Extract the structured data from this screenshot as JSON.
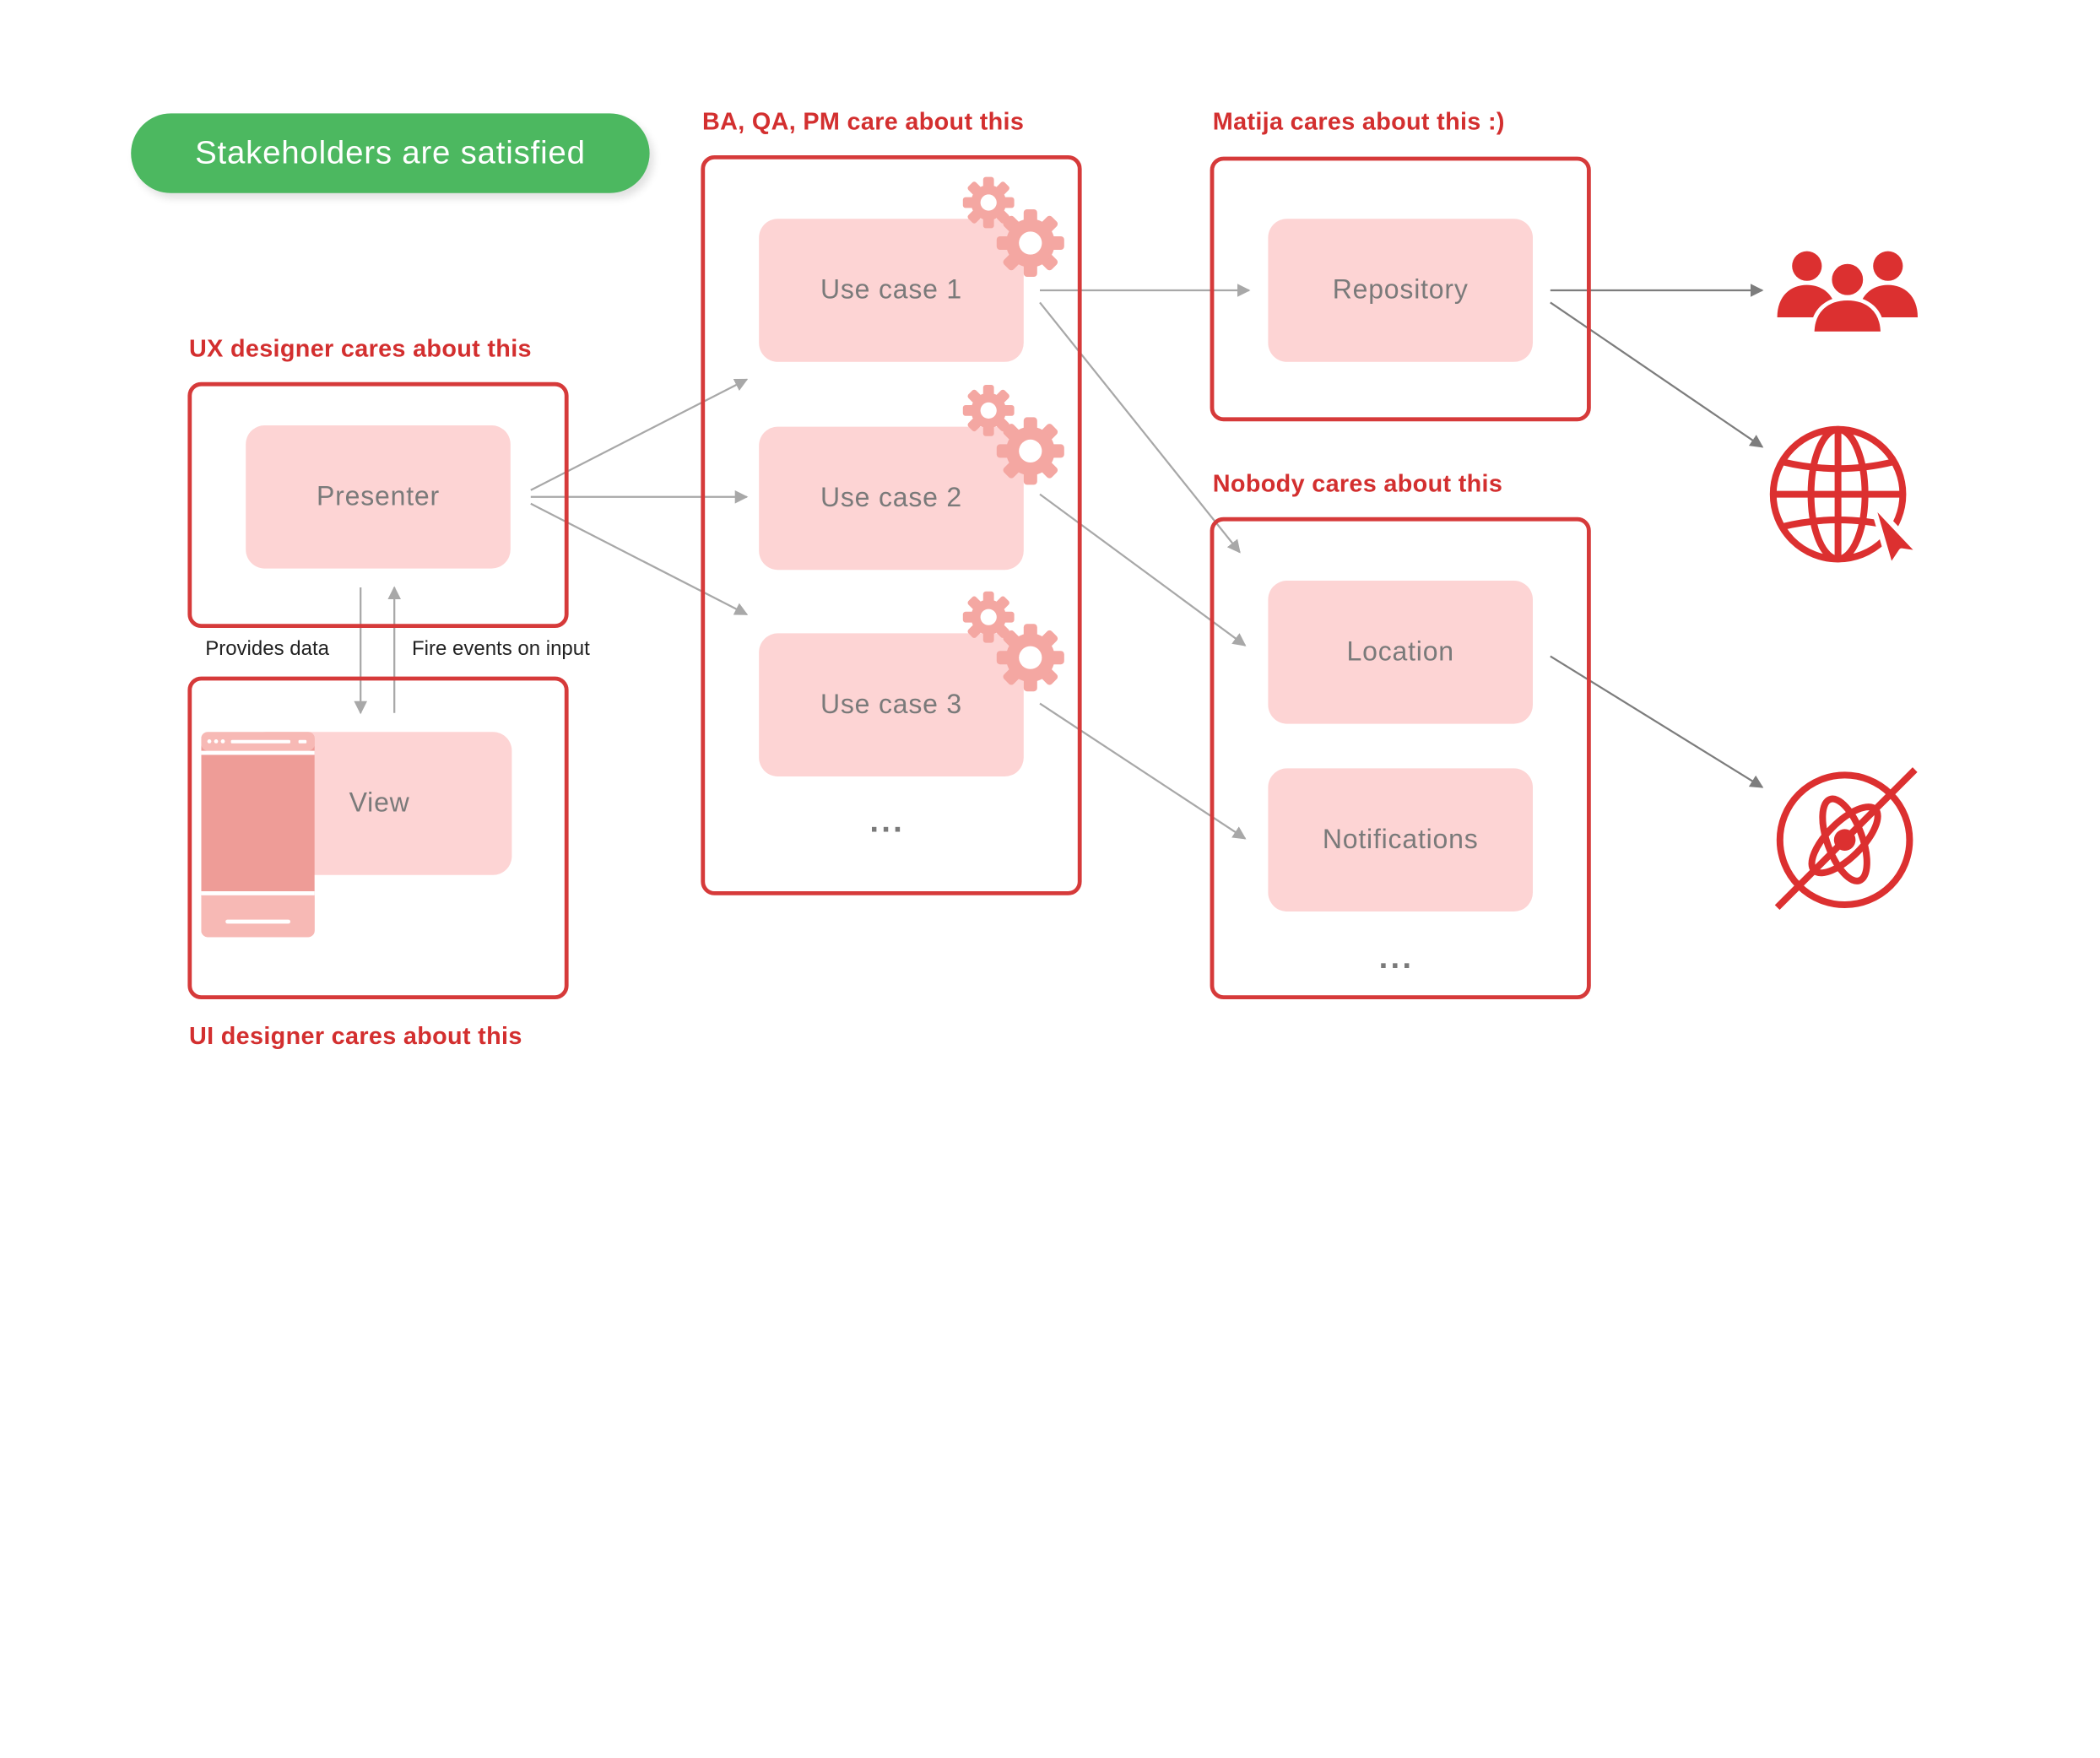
{
  "stakeholders_badge": "Stakeholders are satisfied",
  "labels": {
    "ux": "UX designer cares about this",
    "ui": "UI designer cares about this",
    "ba": "BA, QA, PM care about this",
    "matija": "Matija cares about this :)",
    "nobody": "Nobody cares about this"
  },
  "nodes": {
    "presenter": "Presenter",
    "view": "View",
    "use_case_1": "Use case 1",
    "use_case_2": "Use case 2",
    "use_case_3": "Use case 3",
    "repository": "Repository",
    "location": "Location",
    "notifications": "Notifications"
  },
  "ellipsis": "...",
  "edge_labels": {
    "provides_data": "Provides data",
    "fire_events": "Fire events on input"
  },
  "icons": [
    "users-icon",
    "globe-cursor-icon",
    "disabled-location-icon"
  ],
  "colors": {
    "accent": "#d63a3a",
    "node_fill": "#fdd4d4",
    "badge": "#4cb860",
    "connector": "#a8a8a8"
  }
}
